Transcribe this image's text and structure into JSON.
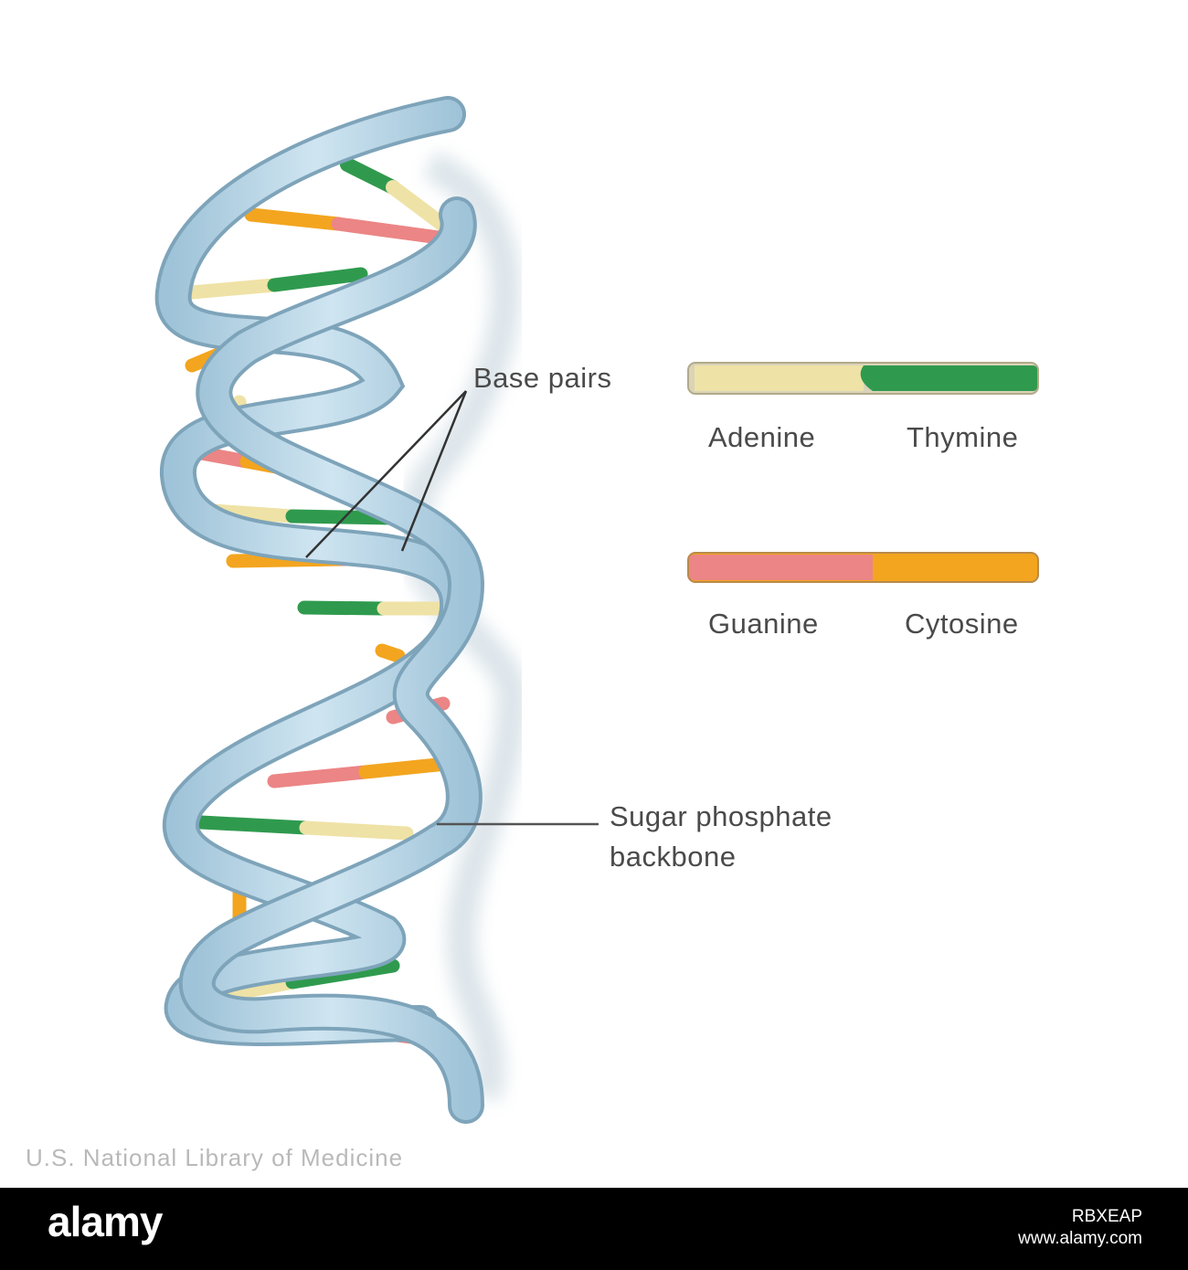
{
  "labels": {
    "base_pairs": "Base pairs",
    "sugar_phosphate_line1": "Sugar phosphate",
    "sugar_phosphate_line2": "backbone"
  },
  "legend": {
    "adenine": "Adenine",
    "thymine": "Thymine",
    "guanine": "Guanine",
    "cytosine": "Cytosine"
  },
  "credit": "U.S. National Library of Medicine",
  "footer": {
    "logo": "alamy",
    "image_id": "RBXEAP",
    "site": "www.alamy.com"
  },
  "colors": {
    "backbone": "#b9d6e6",
    "backbone_edge": "#7ea4ba",
    "adenine": "#efe2a6",
    "thymine": "#2f9a4e",
    "guanine": "#ec8585",
    "cytosine": "#f3a51f"
  }
}
